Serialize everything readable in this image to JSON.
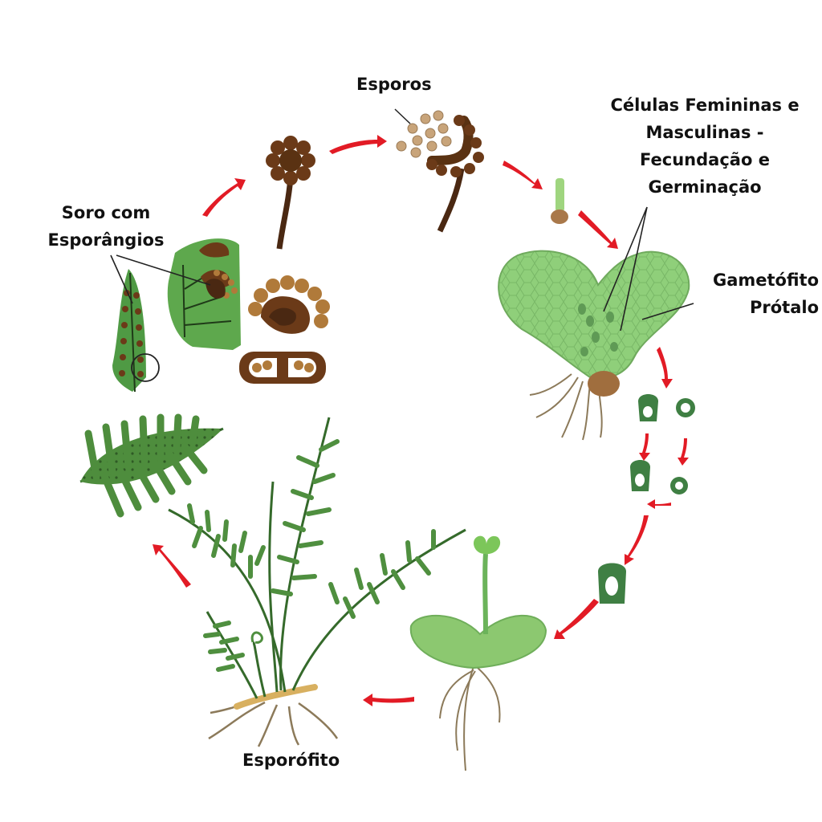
{
  "labels": {
    "soro": [
      "Soro com",
      "Esporângios"
    ],
    "esporos": "Esporos",
    "celulas": [
      "Células Femininas e",
      "Masculinas -",
      "Fecundação e",
      "Germinação"
    ],
    "gametofito": [
      "Gametófito",
      "Prótalo"
    ],
    "esporofito": "Esporófito"
  },
  "colors": {
    "arrow": "#e21b25",
    "leaf_dark": "#4f8f3f",
    "leaf_light": "#8cc870",
    "prothallus": "#8fcf7a",
    "sporangium": "#5a3212",
    "spore": "#c8a47a",
    "root": "#8c7a5a"
  }
}
